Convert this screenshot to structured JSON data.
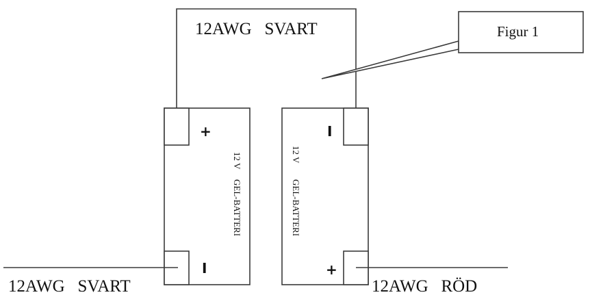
{
  "wires": {
    "top_label": "12AWG   SVART",
    "bottom_left_label": "12AWG   SVART",
    "bottom_right_label": "12AWG   RÖD"
  },
  "callout": {
    "label": "Figur 1"
  },
  "battery_left": {
    "voltage": "12 V",
    "type": "GEL-BATTERI",
    "top_terminal_sign": "+",
    "bottom_terminal_sign": "I"
  },
  "battery_right": {
    "voltage": "12 V",
    "type": "GEL-BATTERI",
    "top_terminal_sign": "I",
    "bottom_terminal_sign": "+"
  },
  "colors": {
    "line": "#3a3a3a",
    "text": "#111111",
    "background": "#ffffff"
  }
}
